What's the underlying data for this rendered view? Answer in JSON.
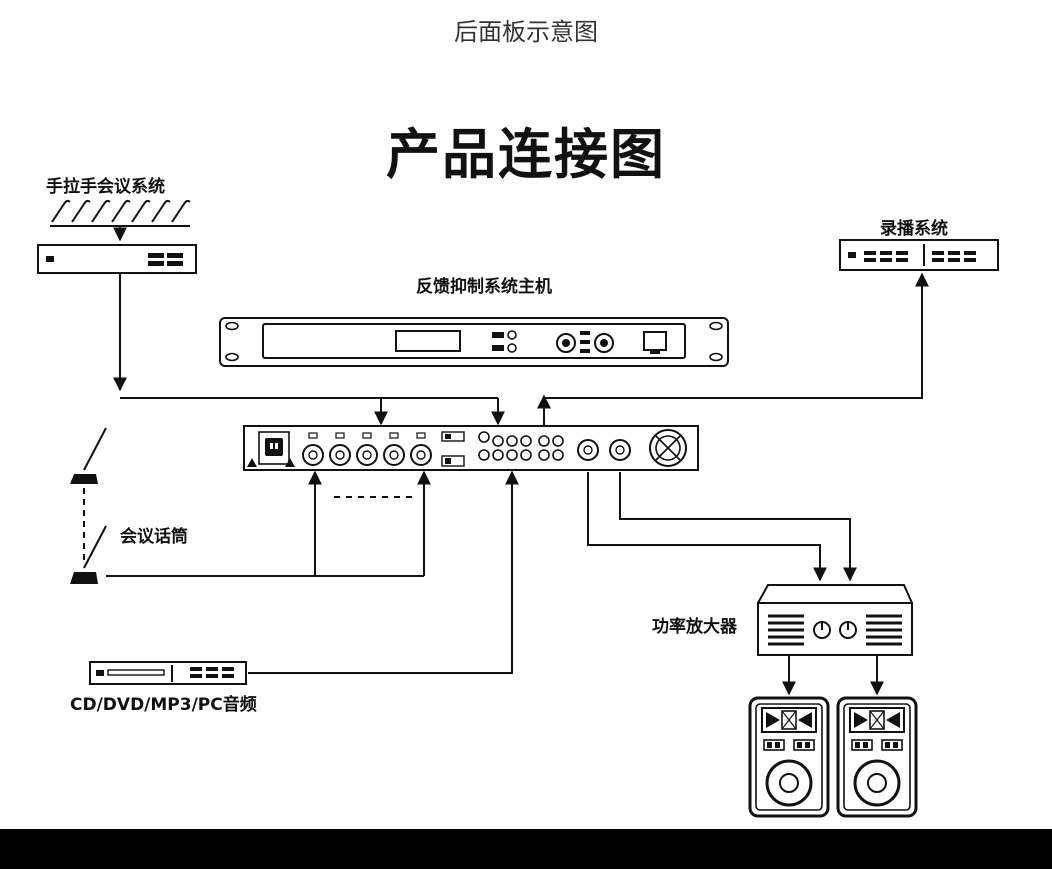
{
  "header": {
    "subtitle": "后面板示意图",
    "title": "产品连接图"
  },
  "labels": {
    "conference_system": "手拉手会议系统",
    "recording_system": "录播系统",
    "host": "反馈抑制系统主机",
    "mic": "会议话筒",
    "amplifier": "功率放大器",
    "source": "CD/DVD/MP3/PC音频"
  },
  "colors": {
    "line": "#111111",
    "background": "#ffffff",
    "footer": "#000000"
  }
}
